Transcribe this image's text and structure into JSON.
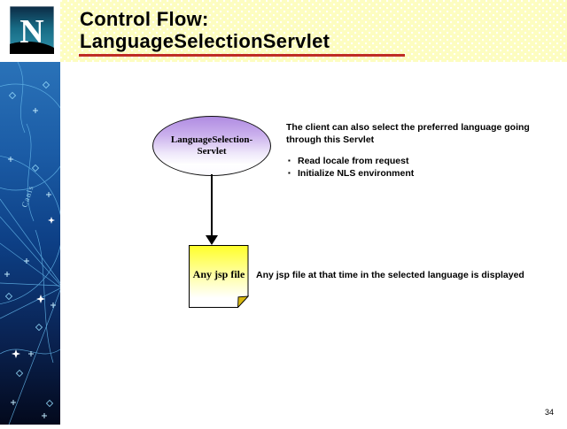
{
  "slide": {
    "title_line1": "Control Flow:",
    "title_line2": "LanguageSelectionServlet",
    "page_number": "34"
  },
  "logo": {
    "letter": "N"
  },
  "sidebar": {
    "map_text": "Canis"
  },
  "diagram": {
    "servlet_node_line1": "LanguageSelection-",
    "servlet_node_line2": "Servlet",
    "jsp_node_label": "Any jsp file"
  },
  "annotations": {
    "intro": "The client can also select the preferred language going through this Servlet",
    "bullet_char": "▪",
    "bullets": [
      "Read locale from request",
      "Initialize NLS environment"
    ],
    "jsp_text": "Any jsp file at that time in the selected language is displayed"
  },
  "colors": {
    "header_bg": "#FDFDC0",
    "title_underline": "#BF2D26",
    "ellipse_fill_top": "#B08CE2",
    "note_fill_top": "#FFFF29",
    "sidebar_blue_top": "#2A72B8",
    "sidebar_blue_bottom": "#03091C",
    "logo_teal": "#2F93AC"
  }
}
